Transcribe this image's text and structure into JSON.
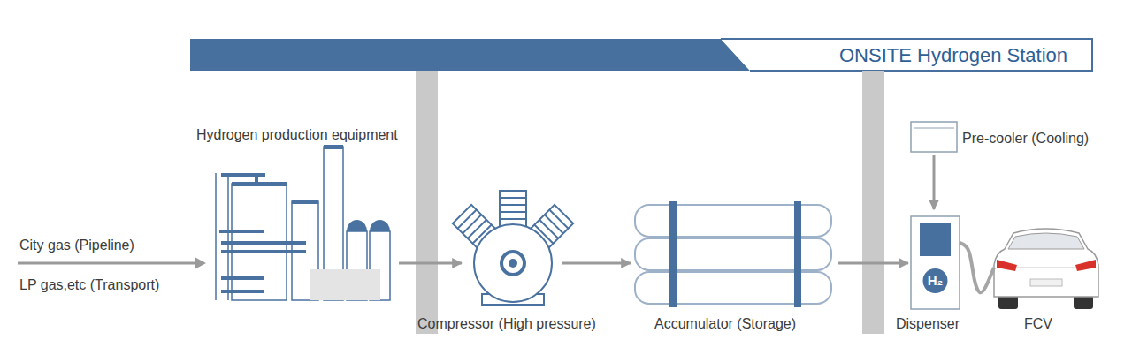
{
  "diagram": {
    "nodes": [
      {
        "text": [
          "ONSITE Hydrogen Station"
        ]
      },
      {
        "text": [
          "Hydrogen production equipment"
        ]
      },
      {
        "text": [
          "Compressor (High pressure)"
        ]
      },
      {
        "text": [
          "Accumulator (Storage)"
        ]
      },
      {
        "text": [
          "Pre-cooler (Cooling)"
        ]
      },
      {
        "text": [
          "H₂",
          "Dispenser"
        ]
      },
      {
        "text": [
          "FCV"
        ]
      }
    ],
    "edges": [
      {
        "from": 1,
        "to": 2,
        "arrow": "to"
      },
      {
        "from": 2,
        "to": 3,
        "arrow": "to"
      },
      {
        "from": 3,
        "to": 5,
        "arrow": "to"
      },
      {
        "from": 4,
        "to": 5,
        "arrow": "to"
      },
      {
        "from": 5,
        "to": 6,
        "arrow": "none"
      }
    ],
    "labels": [
      "City gas (Pipeline)",
      "LP gas,etc (Transport)"
    ]
  }
}
